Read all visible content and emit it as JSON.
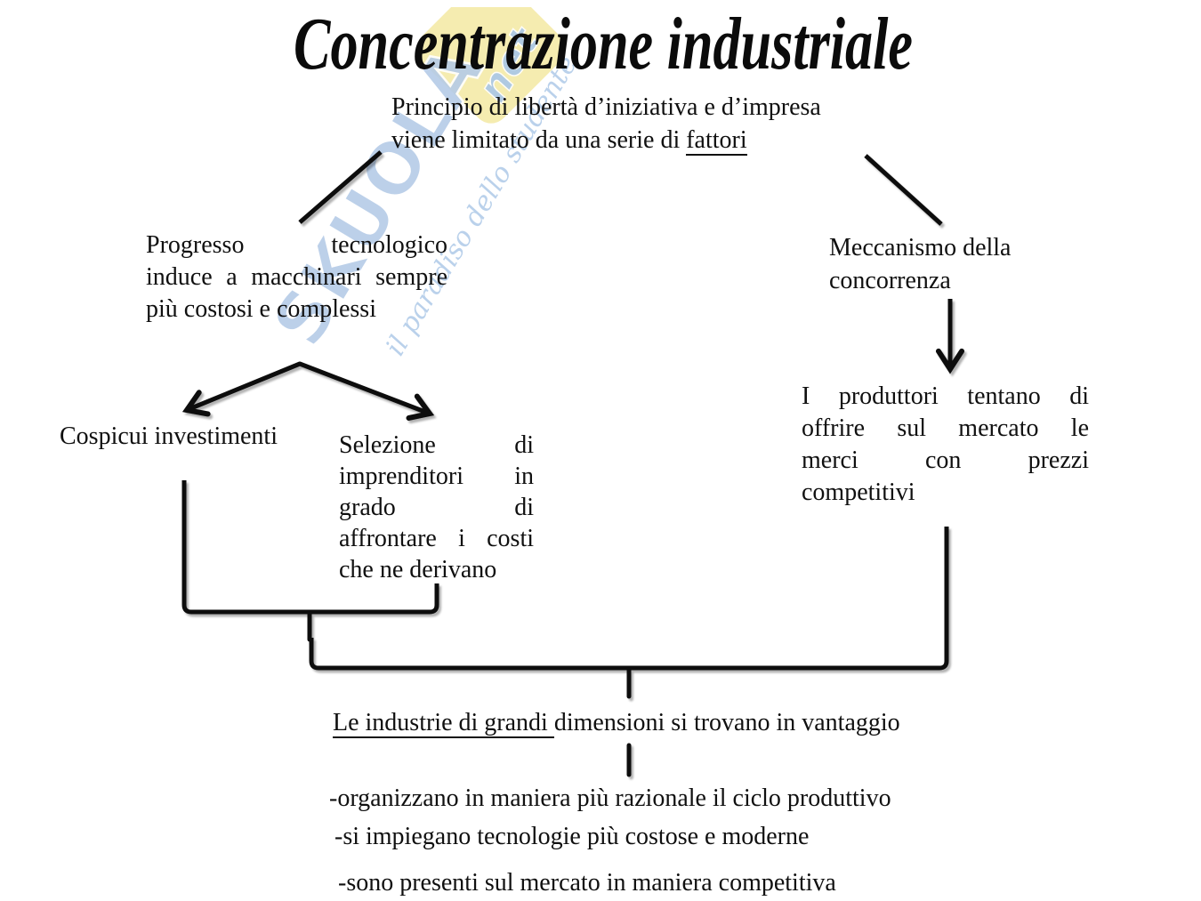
{
  "title": "Concentrazione industriale",
  "subtitle": {
    "line1": "Principio di libertà d’iniziativa e d’impresa",
    "line2_prefix": "viene limitato da una serie di ",
    "line2_underlined": "fattori"
  },
  "watermark": {
    "brand": "SKUOLA",
    "net": "net",
    "slogan": "il paradiso dello studente",
    "blue": "#b5cbe7",
    "yellow": "#f5ecb0"
  },
  "nodes": {
    "progresso": {
      "lines": [
        "Progresso tecnologico",
        "induce a macchinari sempre",
        "più costosi e complessi"
      ]
    },
    "meccanismo": {
      "lines": [
        "Meccanismo della",
        "concorrenza"
      ]
    },
    "cospicui": {
      "label": "Cospicui investimenti"
    },
    "selezione": {
      "lines": [
        "Selezione di",
        "imprenditori in",
        "grado di",
        "affrontare i costi",
        "che ne derivano"
      ]
    },
    "produttori": {
      "lines": [
        "I produttori tentano di",
        "offrire sul mercato le",
        "merci con prezzi",
        "competitivi"
      ]
    },
    "vantaggio": {
      "underlined": "Le industrie di grandi ",
      "rest": "dimensioni si trovano in vantaggio"
    },
    "bullets": [
      "-organizzano in maniera più razionale il ciclo produttivo",
      "-si impiegano tecnologie più costose e moderne",
      "-sono presenti sul mercato in maniera competitiva"
    ]
  }
}
